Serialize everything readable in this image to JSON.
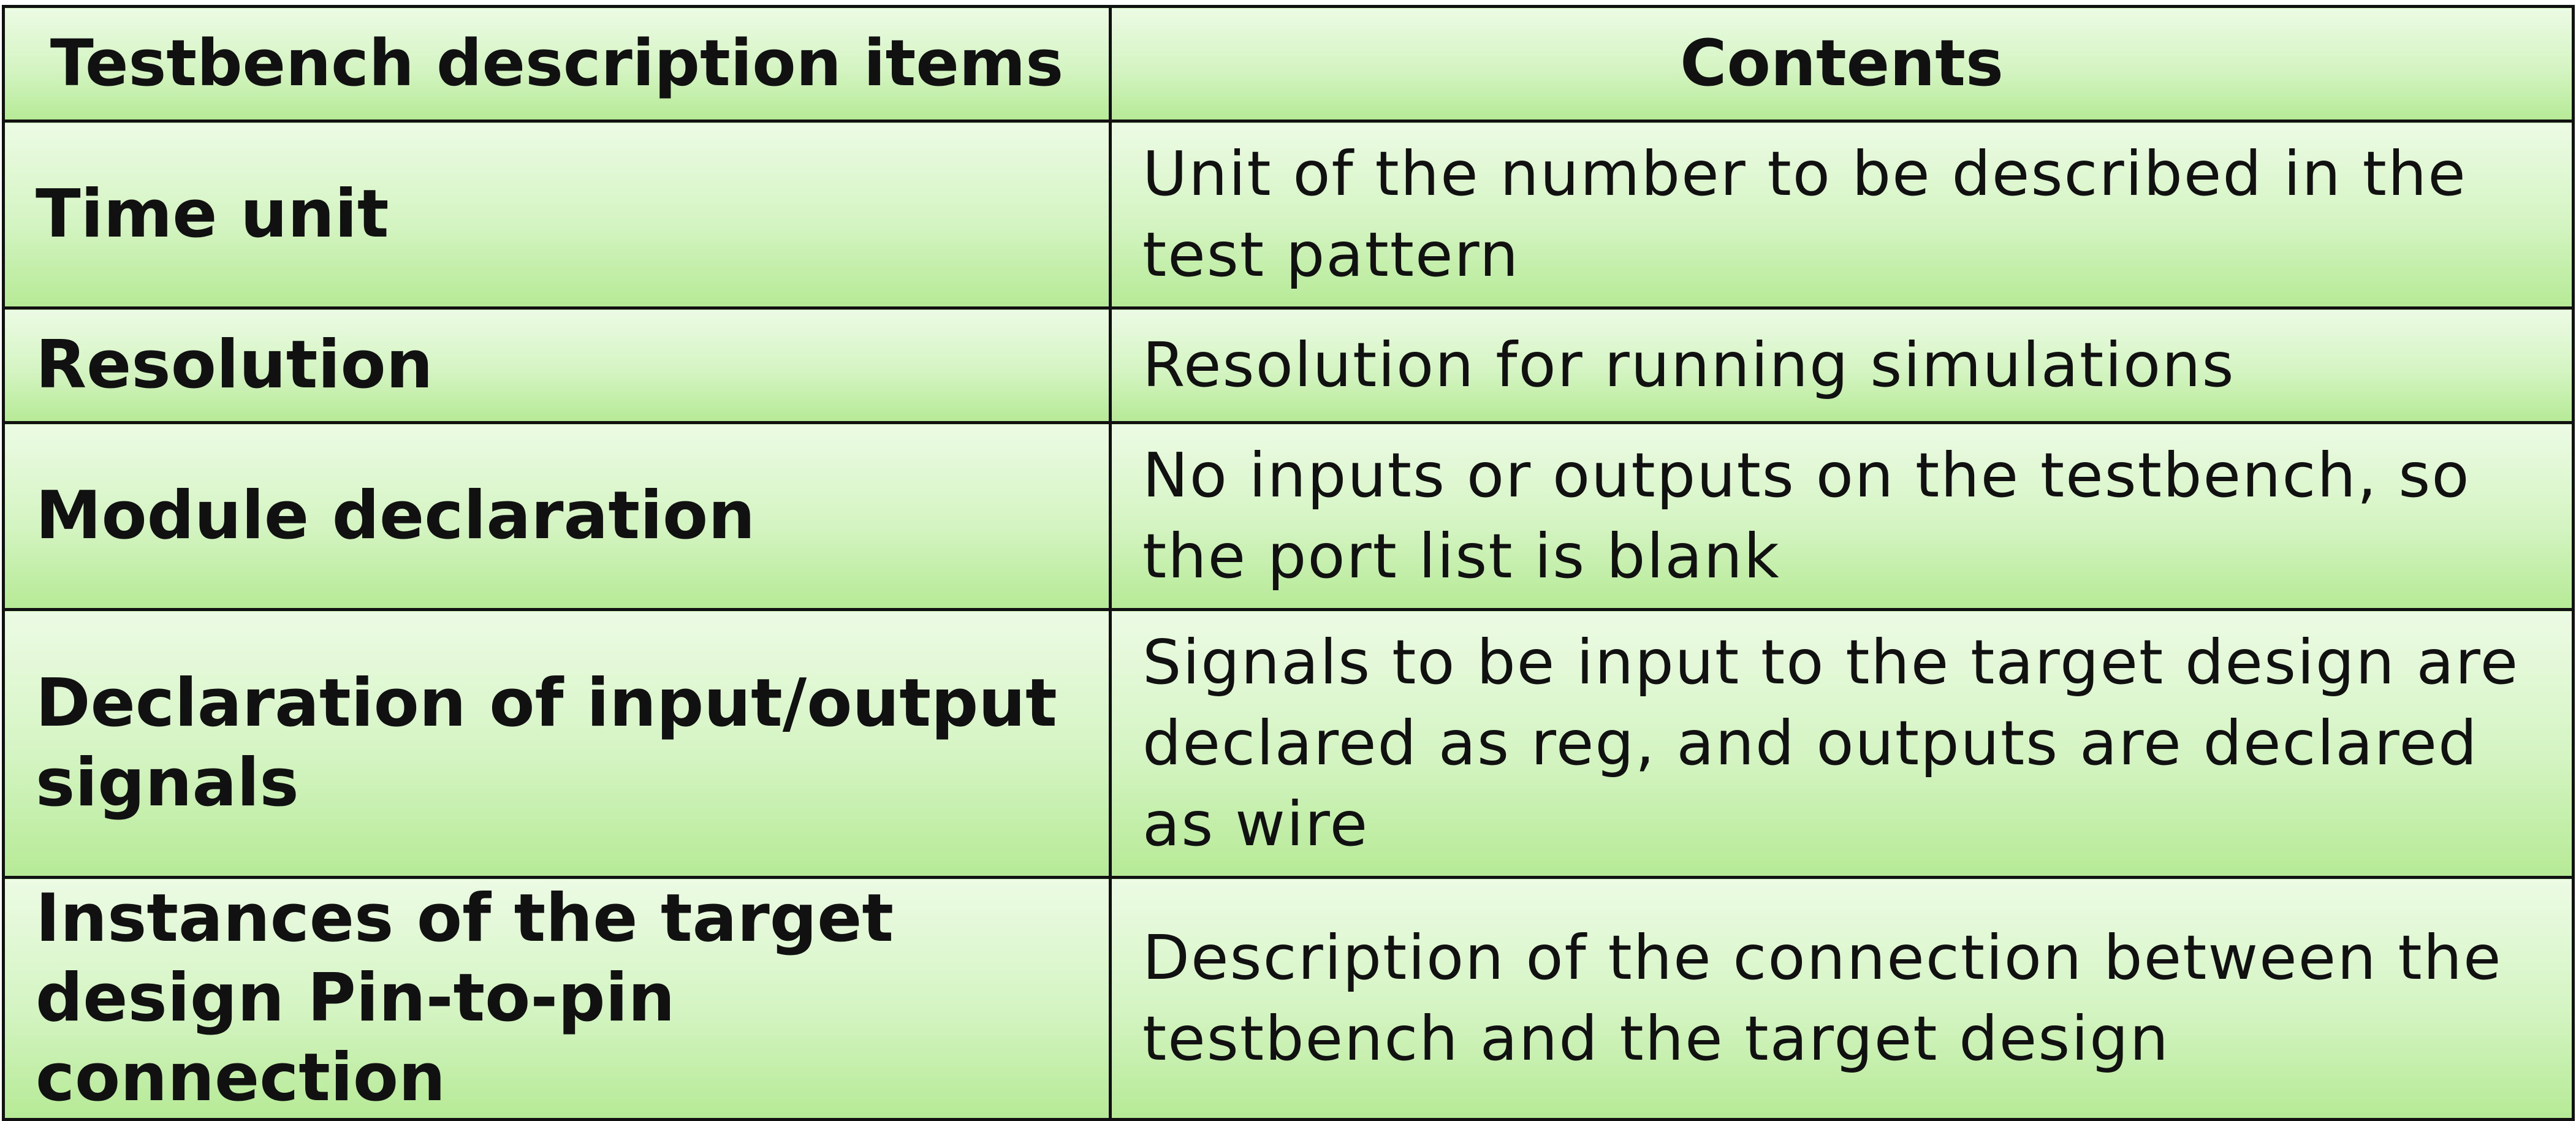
{
  "table": {
    "headers": [
      "Testbench description items",
      "Contents"
    ],
    "rows": [
      {
        "item": "Time unit",
        "contents": "Unit of the number to be described in the test pattern"
      },
      {
        "item": "Resolution",
        "contents": "Resolution for running simulations"
      },
      {
        "item": "Module declaration",
        "contents": "No inputs or outputs on the testbench, so the port list is blank"
      },
      {
        "item": "Declaration of input/output signals",
        "contents": "Signals to be input to the target design are declared as reg, and outputs are declared as wire"
      },
      {
        "item": "Instances of the target design Pin-to-pin connection",
        "contents": "Description of the connection between the testbench and the target design"
      }
    ]
  },
  "colors": {
    "cell_top": "#ecfbe4",
    "cell_bottom": "#b6ea96",
    "border": "#111111",
    "text": "#111111"
  }
}
